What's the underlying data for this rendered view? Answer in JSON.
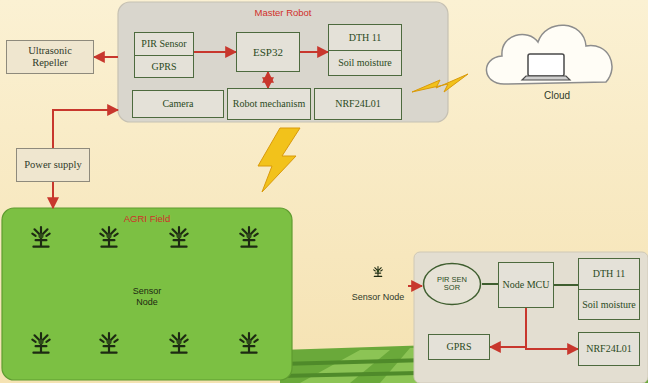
{
  "diagram": {
    "nodes": [
      {
        "text": [
          "Master Robot"
        ]
      },
      {
        "text": [
          "PIR Sensor",
          "GPRS"
        ],
        "in": 0
      },
      {
        "text": [
          "ESP32"
        ],
        "in": 0
      },
      {
        "text": [
          "DTH 11",
          "Soil moisture"
        ],
        "in": 0
      },
      {
        "text": [
          "Camera"
        ],
        "in": 0
      },
      {
        "text": [
          "Robot mechanism"
        ],
        "in": 0
      },
      {
        "text": [
          "NRF24L01"
        ],
        "in": 0
      },
      {
        "text": [
          "Ultrasonic Repeller"
        ]
      },
      {
        "text": [
          "Power supply"
        ]
      },
      {
        "text": [
          "Cloud"
        ]
      },
      {
        "text": [
          "AGRI Field",
          "Sensor Node"
        ]
      },
      {
        "text": [
          "Sensor Node"
        ]
      },
      {
        "text": [
          "PIR SENSOR"
        ]
      },
      {
        "text": [
          "Node MCU"
        ]
      },
      {
        "text": [
          "DTH 11",
          "Soil moisture"
        ]
      },
      {
        "text": [
          "GPRS"
        ]
      },
      {
        "text": [
          "NRF24L01"
        ]
      }
    ],
    "edges": [
      {
        "from": 1,
        "to": 2,
        "arrow": "to"
      },
      {
        "from": 2,
        "to": 3,
        "arrow": "to"
      },
      {
        "from": 2,
        "to": 5,
        "arrow": "both"
      },
      {
        "from": 0,
        "to": 7,
        "arrow": "to"
      },
      {
        "from": 8,
        "to": 0,
        "arrow": "to"
      },
      {
        "from": 8,
        "to": 10,
        "arrow": "to"
      },
      {
        "from": 11,
        "to": 12,
        "arrow": "to"
      },
      {
        "from": 12,
        "to": 13,
        "arrow": "none"
      },
      {
        "from": 13,
        "to": 14,
        "arrow": "none"
      },
      {
        "from": 13,
        "to": 15,
        "arrow": "to"
      },
      {
        "from": 13,
        "to": 16,
        "arrow": "to"
      }
    ]
  }
}
